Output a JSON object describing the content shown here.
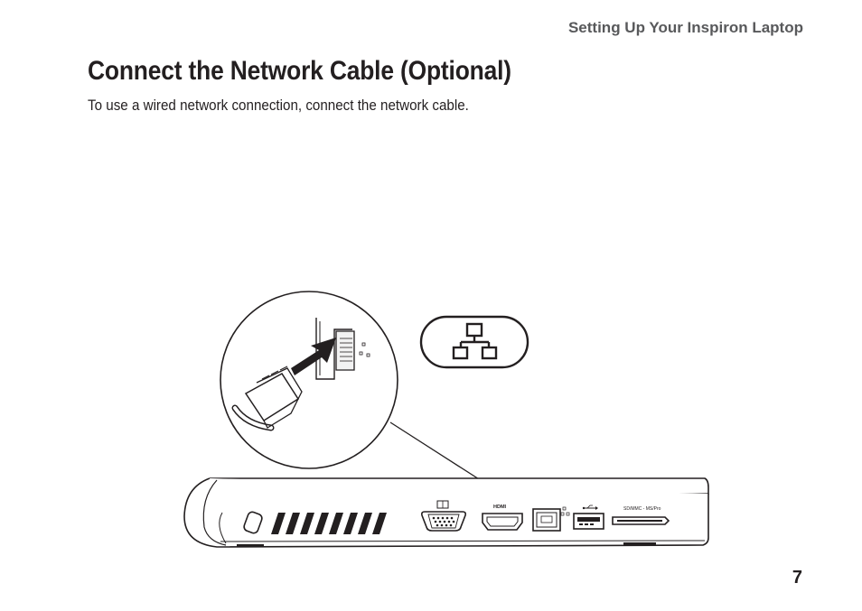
{
  "header": {
    "running_title": "Setting Up Your Inspiron Laptop"
  },
  "section": {
    "title": "Connect the Network Cable (Optional)",
    "intro": "To use a wired network connection, connect the network cable."
  },
  "illustration": {
    "card_slot_label": "SD/MMC - MS/Pro",
    "hdmi_label": "HDMI",
    "icons": [
      "network-icon",
      "vga-icon",
      "usb-icon",
      "security-slot-icon",
      "insert-arrow-icon"
    ]
  },
  "footer": {
    "page_number": "7"
  }
}
